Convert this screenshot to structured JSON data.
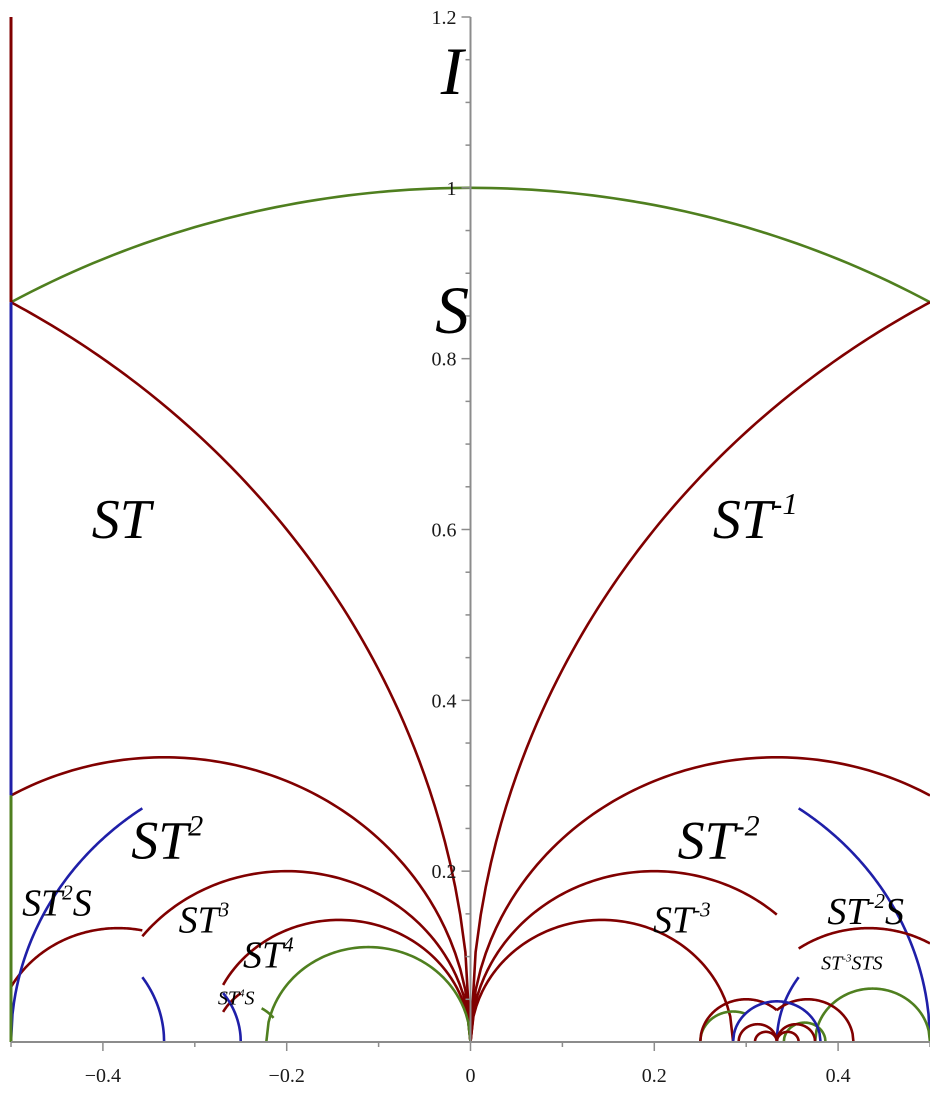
{
  "chart_data": {
    "type": "line",
    "title": "",
    "xlabel": "",
    "ylabel": "",
    "xlim": [
      -0.5,
      0.5
    ],
    "ylim": [
      0,
      1.2
    ],
    "x_ticks": [
      -0.4,
      -0.2,
      0,
      0.2,
      0.4
    ],
    "x_tick_labels": [
      "−0.4",
      "−0.2",
      "0",
      "0.2",
      "0.4"
    ],
    "y_ticks": [
      0.2,
      0.4,
      0.6,
      0.8,
      1,
      1.2
    ],
    "y_tick_labels": [
      "0.2",
      "0.4",
      "0.6",
      "0.8",
      "1",
      "1.2"
    ],
    "grid": false,
    "colors": {
      "arc_maroon": "#800000",
      "arc_blue": "#1f1fa8",
      "arc_green": "#4f7f1f",
      "axis": "#8c8c8c"
    },
    "arcs": [
      {
        "color": "green",
        "cx": 0,
        "r": 1,
        "x_from": -0.5,
        "x_to": 0.5
      },
      {
        "color": "maroon",
        "cx": -1,
        "r": 1,
        "x_from": -0.5,
        "x_to": 0
      },
      {
        "color": "maroon",
        "cx": 1,
        "r": 1,
        "x_from": 0,
        "x_to": 0.5
      },
      {
        "color": "maroon",
        "cx": -0.3333,
        "r": 0.3333,
        "x_from": -0.5,
        "x_to": 0
      },
      {
        "color": "maroon",
        "cx": 0.3333,
        "r": 0.3333,
        "x_from": 0,
        "x_to": 0.5
      },
      {
        "color": "maroon",
        "cx": -0.2,
        "r": 0.2,
        "x_from": -0.3571,
        "x_to": 0
      },
      {
        "color": "maroon",
        "cx": 0.2,
        "r": 0.2,
        "x_from": 0,
        "x_to": 0.3333
      },
      {
        "color": "maroon",
        "cx": -0.1429,
        "r": 0.1429,
        "x_from": -0.2692,
        "x_to": 0
      },
      {
        "color": "maroon",
        "cx": 0.1429,
        "r": 0.1429,
        "x_from": 0,
        "x_to": 0.3
      },
      {
        "color": "green",
        "cx": -0.1111,
        "r": 0.1111,
        "x_from": -0.2222,
        "x_to": 0
      },
      {
        "color": "maroon",
        "cx": -0.3833,
        "r": 0.1333,
        "x_from": -0.5,
        "x_to": -0.3571
      },
      {
        "color": "blue",
        "cx": -0.1667,
        "r": 0.3333,
        "x_from": -0.5,
        "x_to": -0.3571
      },
      {
        "color": "blue",
        "cx": -0.4667,
        "r": 0.1333,
        "x_from": -0.3571,
        "x_to": -0.2692
      },
      {
        "color": "maroon",
        "cx": -0.2071,
        "r": 0.0714,
        "x_from": -0.2692,
        "x_to": -0.25
      },
      {
        "color": "blue",
        "cx": -0.3452,
        "r": 0.0952,
        "x_from": -0.2692,
        "x_to": -0.2273
      },
      {
        "color": "green",
        "cx": -0.25,
        "r": 0.0455,
        "x_from": -0.2273,
        "x_to": -0.2143
      },
      {
        "color": "blue",
        "cx": 0.1667,
        "r": 0.3333,
        "x_from": 0.3571,
        "x_to": 0.5
      },
      {
        "color": "blue",
        "cx": 0.4667,
        "r": 0.1333,
        "x_from": 0.2692,
        "x_to": 0.3571
      },
      {
        "color": "maroon",
        "cx": 0.4333,
        "r": 0.1333,
        "x_from": 0.3571,
        "x_to": 0.5
      },
      {
        "color": "maroon",
        "cx": 0.5,
        "r": 0.125,
        "x_from": 0.375,
        "x_to": 0.3571
      },
      {
        "color": "green",
        "cx": 0.2857,
        "r": 0.0357,
        "x_from": 0.25,
        "x_to": 0.3
      },
      {
        "color": "green",
        "cx": 0.4375,
        "r": 0.0625,
        "x_from": 0.375,
        "x_to": 0.5
      },
      {
        "color": "green",
        "cx": 0.3636,
        "r": 0.0227,
        "x_from": 0.3409,
        "x_to": 0.3864
      },
      {
        "color": "maroon",
        "cx": 0.3,
        "r": 0.05,
        "x_from": 0.25,
        "x_to": 0.3333
      },
      {
        "color": "maroon",
        "cx": 0.3667,
        "r": 0.05,
        "x_from": 0.3333,
        "x_to": 0.4167
      },
      {
        "color": "maroon",
        "cx": 0.3125,
        "r": 0.0208,
        "x_from": 0.2917,
        "x_to": 0.3333
      },
      {
        "color": "maroon",
        "cx": 0.3542,
        "r": 0.0208,
        "x_from": 0.3333,
        "x_to": 0.375
      },
      {
        "color": "maroon",
        "cx": 0.3214,
        "r": 0.0119,
        "x_from": 0.3095,
        "x_to": 0.3333
      },
      {
        "color": "maroon",
        "cx": 0.3452,
        "r": 0.0119,
        "x_from": 0.3333,
        "x_to": 0.3571
      },
      {
        "color": "blue",
        "cx": 0.3333,
        "r": 0.0476,
        "x_from": 0.2857,
        "x_to": 0.381
      }
    ],
    "vertical_segments": [
      {
        "color": "maroon",
        "x": -0.5,
        "y_from": 0.866,
        "y_to": 1.2
      },
      {
        "color": "blue",
        "x": -0.5,
        "y_from": 0.2887,
        "y_to": 0.866
      },
      {
        "color": "green",
        "x": -0.5,
        "y_from": 0,
        "y_to": 0.2887
      }
    ],
    "region_labels": [
      {
        "base": "I",
        "sup": "",
        "suffix": "",
        "x": -0.02,
        "y": 1.11,
        "size": 68
      },
      {
        "base": "S",
        "sup": "",
        "suffix": "",
        "x": -0.02,
        "y": 0.83,
        "size": 68
      },
      {
        "base": "ST",
        "sup": "",
        "suffix": "",
        "x": -0.38,
        "y": 0.59,
        "size": 56
      },
      {
        "base": "ST",
        "sup": "-1",
        "suffix": "",
        "x": 0.31,
        "y": 0.59,
        "size": 56
      },
      {
        "base": "ST",
        "sup": "2",
        "suffix": "",
        "x": -0.33,
        "y": 0.215,
        "size": 54
      },
      {
        "base": "ST",
        "sup": "-2",
        "suffix": "",
        "x": 0.27,
        "y": 0.215,
        "size": 54
      },
      {
        "base": "ST",
        "sup": "2",
        "suffix": "S",
        "x": -0.45,
        "y": 0.148,
        "size": 38
      },
      {
        "base": "ST",
        "sup": "3",
        "suffix": "",
        "x": -0.29,
        "y": 0.128,
        "size": 38
      },
      {
        "base": "ST",
        "sup": "-3",
        "suffix": "",
        "x": 0.23,
        "y": 0.128,
        "size": 38
      },
      {
        "base": "ST",
        "sup": "-2",
        "suffix": "S",
        "x": 0.43,
        "y": 0.138,
        "size": 38
      },
      {
        "base": "ST",
        "sup": "4",
        "suffix": "",
        "x": -0.22,
        "y": 0.087,
        "size": 38
      },
      {
        "base": "ST",
        "sup": "4",
        "suffix": "S",
        "x": -0.255,
        "y": 0.044,
        "size": 20
      },
      {
        "base": "ST",
        "sup": "-3",
        "suffix": "STS",
        "x": 0.415,
        "y": 0.085,
        "size": 20
      }
    ]
  }
}
